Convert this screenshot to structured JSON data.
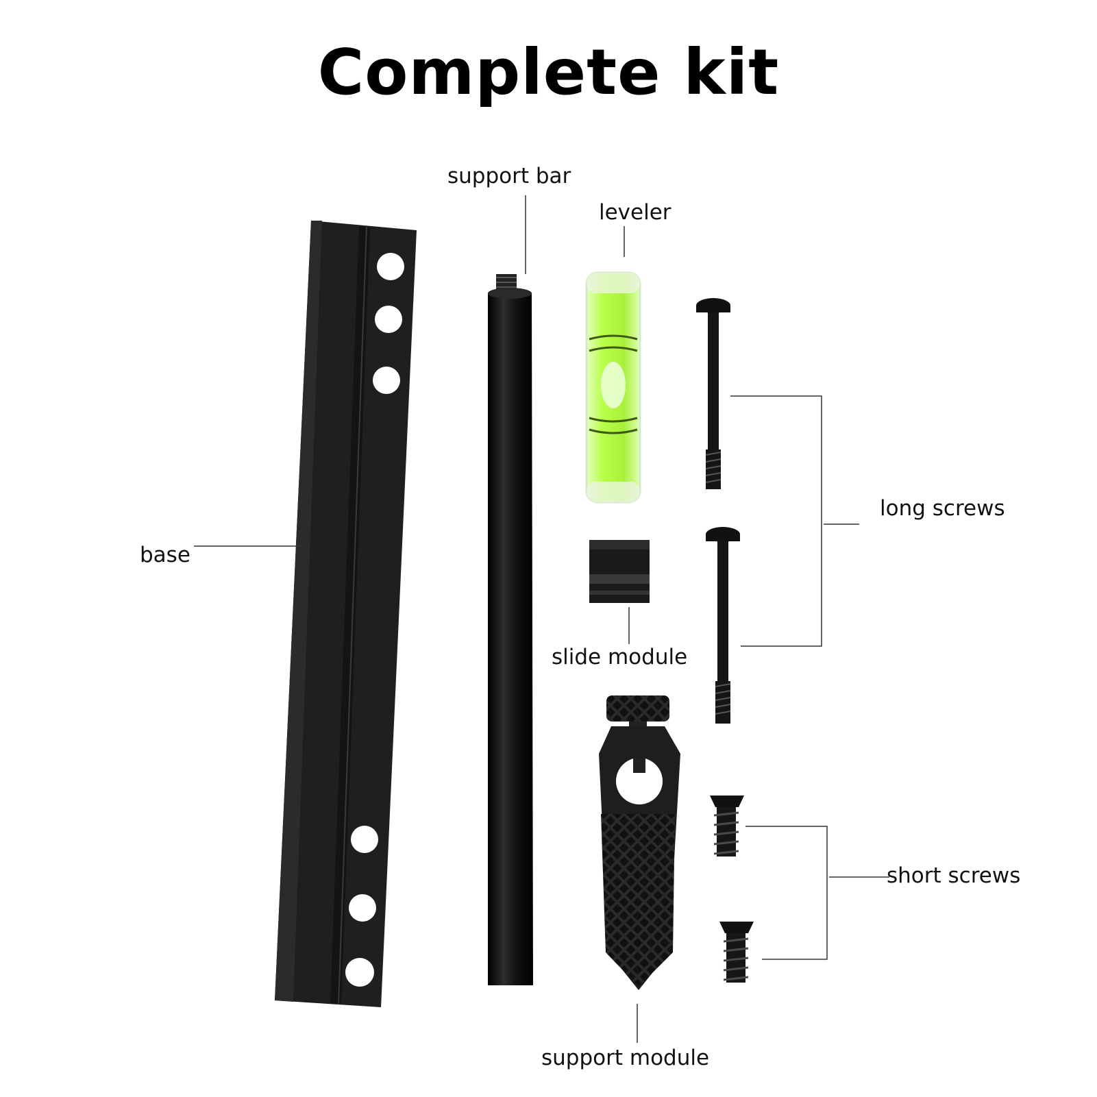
{
  "title": "Complete kit",
  "labels": {
    "support_bar": "support bar",
    "leveler": "leveler",
    "base": "base",
    "long_screws": "long screws",
    "slide_module": "slide module",
    "short_screws": "short screws",
    "support_module": "support module"
  },
  "colors": {
    "metal": "#1c1c1c",
    "leveler_liquid": "#c6ff5e",
    "leader_line": "#333333"
  }
}
